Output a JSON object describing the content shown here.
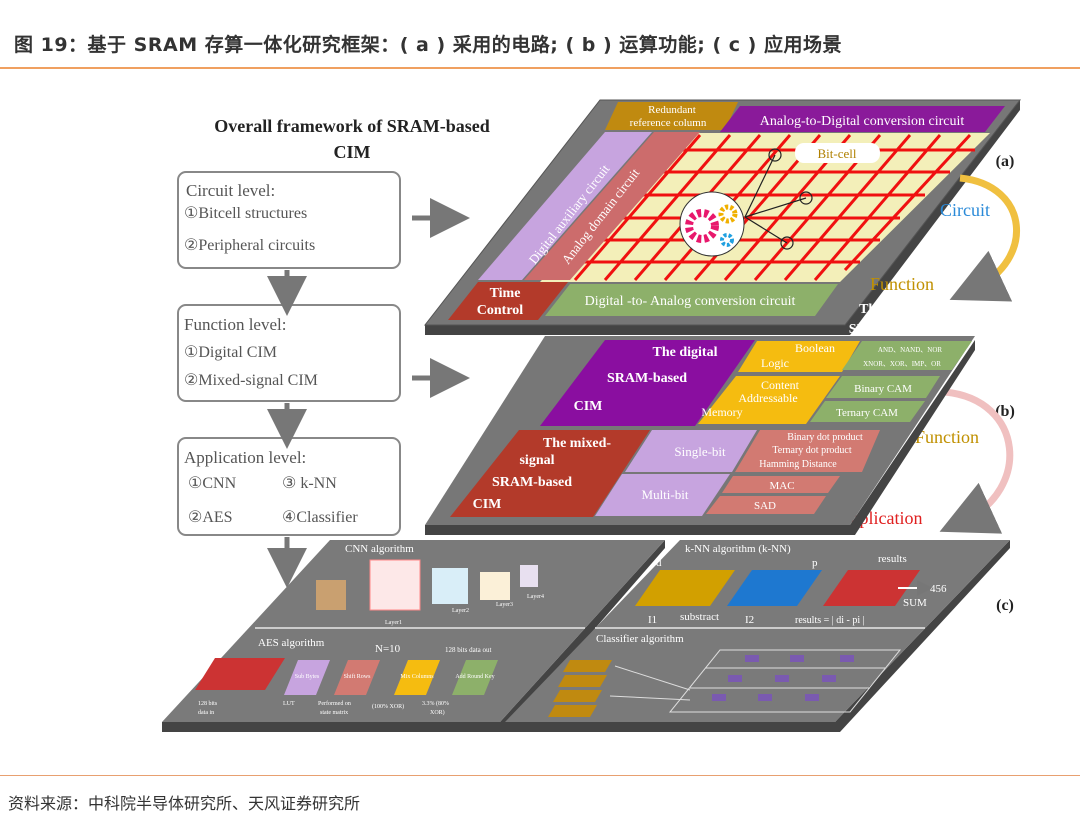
{
  "caption": "图 19：基于 SRAM 存算一体化研究框架：( a ) 采用的电路; ( b ) 运算功能; ( c ) 应用场景",
  "source": "资料来源：中科院半导体研究所、天风证券研究所",
  "left": {
    "title_1": "Overall framework of SRAM-based",
    "title_2": "CIM",
    "circuit": {
      "head": "Circuit level:",
      "items": [
        "①Bitcell structures",
        "②Peripheral  circuits"
      ]
    },
    "function": {
      "head": "Function level:",
      "items": [
        "①Digital CIM",
        "②Mixed-signal CIM"
      ]
    },
    "application": {
      "head": "Application level:",
      "items": [
        "①CNN",
        "③ k-NN",
        "②AES",
        "④Classifier"
      ]
    }
  },
  "a": {
    "redundant_1": "Redundant",
    "redundant_2": "reference column",
    "adc": "Analog-to-Digital  conversion circuit",
    "bitcell": "Bit-cell",
    "digital_aux": "Digital auxiliary circuit",
    "analog_domain": "Analog domain circuit",
    "time_1": "Time",
    "time_2": "Control",
    "dac": "Digital -to- Analog conversion circuit",
    "tag": "(a)"
  },
  "side": {
    "circuit": "Circuit",
    "function_1": "Function",
    "func_box_1": "The  function of",
    "func_box_2": "SRAM-based  CIM",
    "tag_b": "(b)",
    "function_2": "Function",
    "application": "Application",
    "tag_c": "(c)"
  },
  "b": {
    "digital": [
      "The digital",
      "SRAM-based",
      "CIM"
    ],
    "boolean": [
      "Boolean",
      "Logic"
    ],
    "boolean_ops": [
      "AND、NAND、NOR",
      "XNOR、XOR、IMP、OR"
    ],
    "cam": [
      "Content",
      "Addressable",
      "Memory"
    ],
    "binary_cam": "Binary CAM",
    "ternary_cam": "Ternary CAM",
    "mixed": [
      "The mixed-",
      "signal",
      "SRAM-based",
      "CIM"
    ],
    "single_bit": "Single-bit",
    "multi_bit": "Multi-bit",
    "binary_dot": "Binary dot product",
    "ternary_dot": "Ternary dot product",
    "hamming": "Hamming Distance",
    "mac": "MAC",
    "sad": "SAD"
  },
  "c": {
    "cnn": "CNN algorithm",
    "layers": [
      "Layer1",
      "Layer2",
      "Layer3",
      "Layer4"
    ],
    "aes": "AES algorithm",
    "n": "N=10",
    "data_out": "128 bits data out",
    "steps": [
      "Sub Bytes",
      "Shift Rows",
      "Mix Columns",
      "Add Round Key"
    ],
    "data_in": [
      "128 bits",
      "data in"
    ],
    "lut": "LUT",
    "performed": [
      "Performed on",
      "state matrix"
    ],
    "xor100": "(100% XOR)",
    "xor80": [
      "3.3% (80%",
      "XOR)"
    ],
    "knn": "k-NN algorithm (k-NN)",
    "d": "d",
    "p": "p",
    "results": "results",
    "sum_val": "456",
    "sum": "SUM",
    "i1": "I1",
    "substract": "substract",
    "i2": "I2",
    "formula": "results = | di - pi |",
    "classifier": "Classifier algorithm"
  }
}
